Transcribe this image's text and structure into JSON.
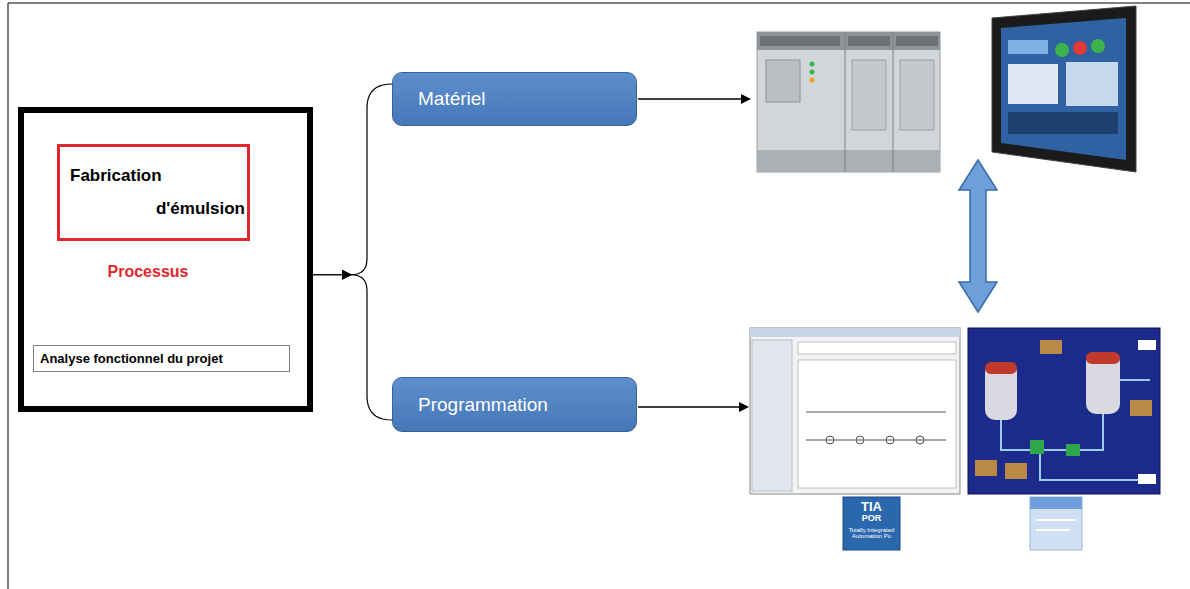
{
  "diagram": {
    "nodes": [
      {
        "text": [
          "Processus"
        ]
      },
      {
        "text": [
          "Fabrication d'émulsion"
        ],
        "in": 0
      },
      {
        "text": [
          "Analyse fonctionnel du projet"
        ],
        "in": 0
      },
      {
        "text": [
          "Matériel"
        ]
      },
      {
        "text": [
          "Programmation"
        ]
      }
    ],
    "edges": [
      {
        "from": 0,
        "to": 3,
        "arrow": "to"
      },
      {
        "from": 0,
        "to": 4,
        "arrow": "to"
      }
    ],
    "labels": [
      "TIA",
      "POR",
      "Totally Integrated Automation Po"
    ]
  }
}
